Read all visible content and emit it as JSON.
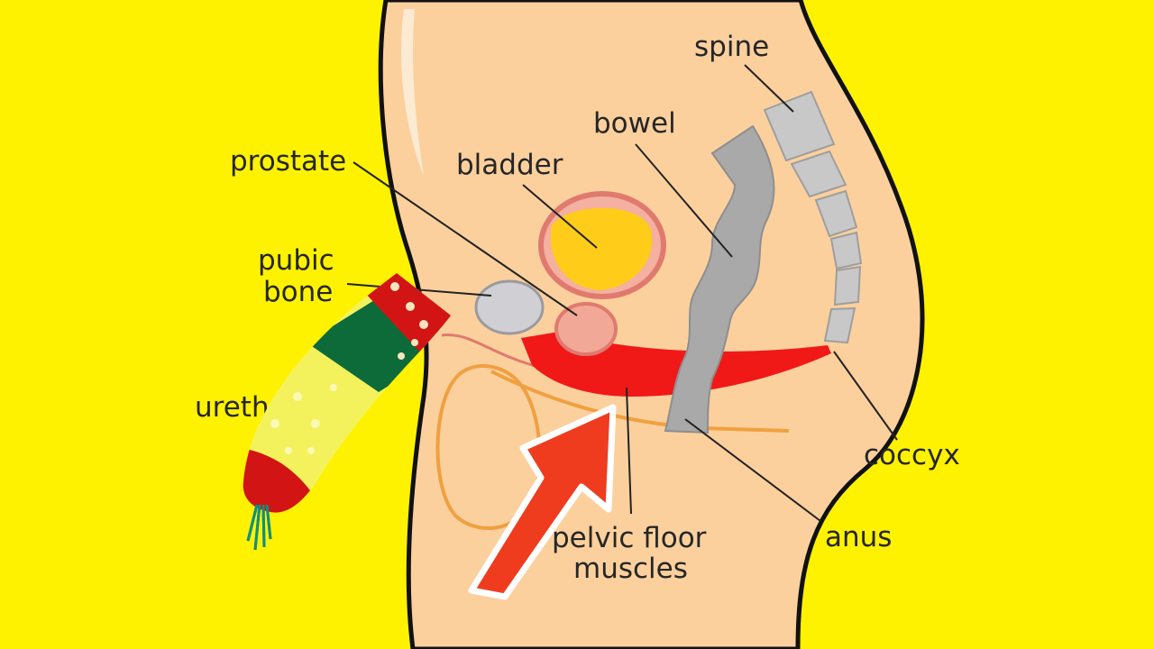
{
  "labels": {
    "spine": "spine",
    "bowel": "bowel",
    "prostate": "prostate",
    "bladder": "bladder",
    "pubic_bone_line1": "pubic",
    "pubic_bone_line2": "bone",
    "urethra": "urethra",
    "coccyx": "coccyx",
    "pelvic_floor_line1": "pelvic floor",
    "pelvic_floor_line2": "muscles",
    "anus": "anus"
  },
  "colors": {
    "background": "#fff200",
    "skin": "#fbd09d",
    "muscle": "#f11818",
    "bladder_fill": "#ffcc1a",
    "bladder_ring": "#e07a6e",
    "bone": "#c8c8c8",
    "bowel": "#a9a9a9",
    "testis_outline": "#f0a040",
    "arrow": "#f03c1e"
  },
  "icons": [
    "knitted-sock-icon",
    "red-arrow-icon"
  ]
}
